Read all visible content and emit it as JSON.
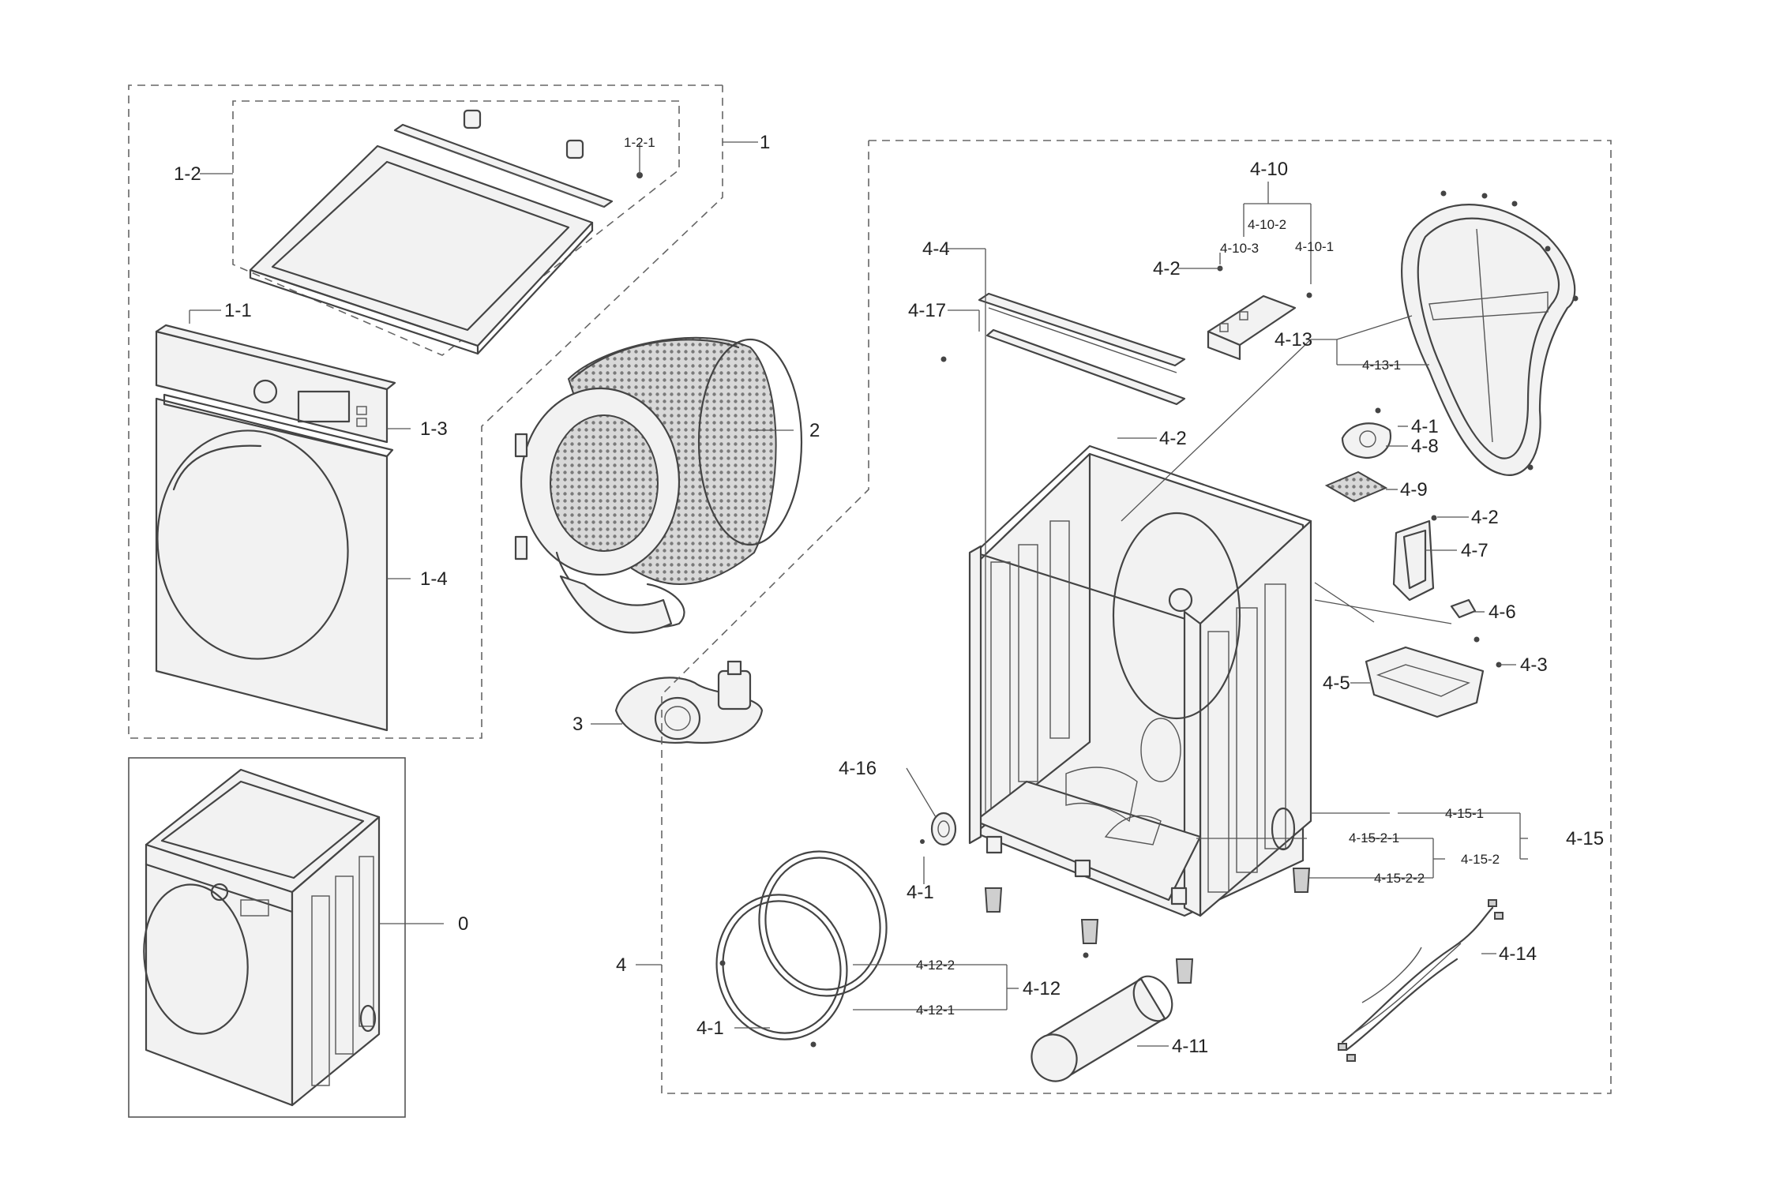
{
  "labels": {
    "l_0": "0",
    "l_1": "1",
    "l_1_1": "1-1",
    "l_1_2": "1-2",
    "l_1_2_1": "1-2-1",
    "l_1_3": "1-3",
    "l_1_4": "1-4",
    "l_2": "2",
    "l_3": "3",
    "l_4": "4",
    "l_4_1_a": "4-1",
    "l_4_1_b": "4-1",
    "l_4_1_c": "4-1",
    "l_4_2_a": "4-2",
    "l_4_2_b": "4-2",
    "l_4_2_c": "4-2",
    "l_4_3": "4-3",
    "l_4_4": "4-4",
    "l_4_5": "4-5",
    "l_4_6": "4-6",
    "l_4_7": "4-7",
    "l_4_8": "4-8",
    "l_4_9": "4-9",
    "l_4_10": "4-10",
    "l_4_10_1": "4-10-1",
    "l_4_10_2": "4-10-2",
    "l_4_10_3": "4-10-3",
    "l_4_11": "4-11",
    "l_4_12": "4-12",
    "l_4_12_1": "4-12-1",
    "l_4_12_2": "4-12-2",
    "l_4_13": "4-13",
    "l_4_13_1": "4-13-1",
    "l_4_14": "4-14",
    "l_4_15": "4-15",
    "l_4_15_1": "4-15-1",
    "l_4_15_2": "4-15-2",
    "l_4_15_2_1": "4-15-2-1",
    "l_4_15_2_2": "4-15-2-2",
    "l_4_16": "4-16",
    "l_4_17": "4-17"
  },
  "colors": {
    "line": "#444444",
    "background": "#ffffff"
  }
}
